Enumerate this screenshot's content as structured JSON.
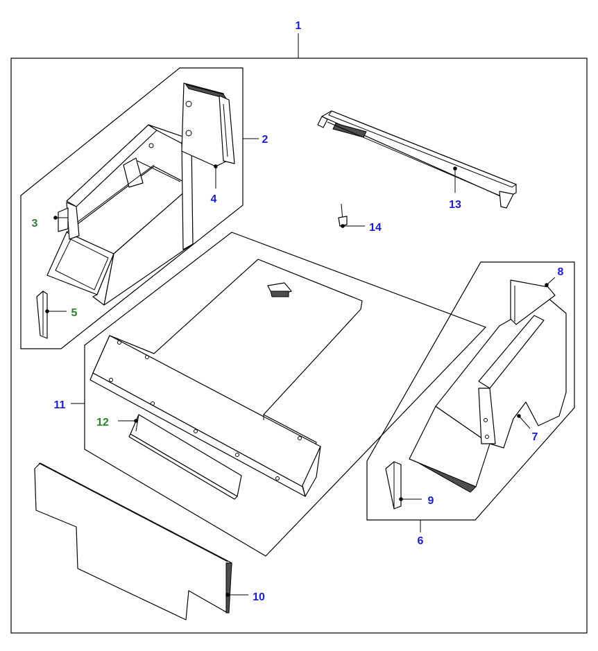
{
  "diagram": {
    "callouts": [
      {
        "id": "1",
        "color": "#1a1acc"
      },
      {
        "id": "2",
        "color": "#1a1acc"
      },
      {
        "id": "3",
        "color": "#2d7d2d"
      },
      {
        "id": "4",
        "color": "#1a1acc"
      },
      {
        "id": "5",
        "color": "#2d7d2d"
      },
      {
        "id": "6",
        "color": "#1a1acc"
      },
      {
        "id": "7",
        "color": "#1a1acc"
      },
      {
        "id": "8",
        "color": "#1a1acc"
      },
      {
        "id": "9",
        "color": "#1a1acc"
      },
      {
        "id": "10",
        "color": "#1a1acc"
      },
      {
        "id": "11",
        "color": "#1a1acc"
      },
      {
        "id": "12",
        "color": "#2d7d2d"
      },
      {
        "id": "13",
        "color": "#1a1acc"
      },
      {
        "id": "14",
        "color": "#1a1acc"
      }
    ]
  }
}
